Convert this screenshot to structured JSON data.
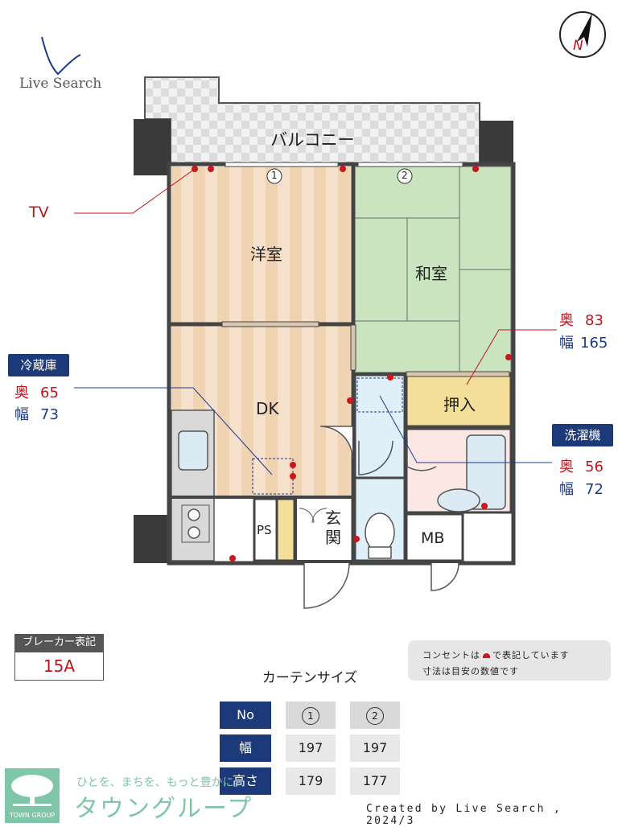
{
  "logo": {
    "brand": "Live Search"
  },
  "compass": {
    "north": "N"
  },
  "rooms": {
    "balcony": "バルコニー",
    "western": "洋室",
    "japanese": "和室",
    "dk": "DK",
    "closet": "押入",
    "entrance": "玄関",
    "ps": "PS",
    "mb": "MB"
  },
  "curtain_markers": [
    "1",
    "2"
  ],
  "tv": {
    "label": "TV"
  },
  "fridge": {
    "tag": "冷蔵庫",
    "depth_label": "奥",
    "depth": "65",
    "width_label": "幅",
    "width": "73"
  },
  "closet_dims": {
    "depth_label": "奥",
    "depth": "83",
    "width_label": "幅",
    "width": "165"
  },
  "washer": {
    "tag": "洗濯機",
    "depth_label": "奥",
    "depth": "56",
    "width_label": "幅",
    "width": "72"
  },
  "breaker": {
    "heading": "ブレーカー表記",
    "value": "15A"
  },
  "note": {
    "line1_pre": "コンセントは",
    "line1_post": "で表記しています",
    "line2": "寸法は目安の数値です"
  },
  "curtain_table": {
    "title": "カーテンサイズ",
    "header": [
      "No",
      "1",
      "2"
    ],
    "rows": [
      {
        "label": "幅",
        "values": [
          "197",
          "197"
        ]
      },
      {
        "label": "高さ",
        "values": [
          "179",
          "177"
        ]
      }
    ]
  },
  "town": {
    "slogan": "ひとを、まちを、もっと豊かに。",
    "name": "タウングループ",
    "logo_text": "TOWN GROUP"
  },
  "footer": {
    "credit": "Created by Live Search , 2024/3"
  },
  "colors": {
    "outlet": "#d0141c",
    "accent_blue": "#1c3a7a",
    "tatami": "#c9e4bf",
    "wood": "#f3dcc2"
  }
}
